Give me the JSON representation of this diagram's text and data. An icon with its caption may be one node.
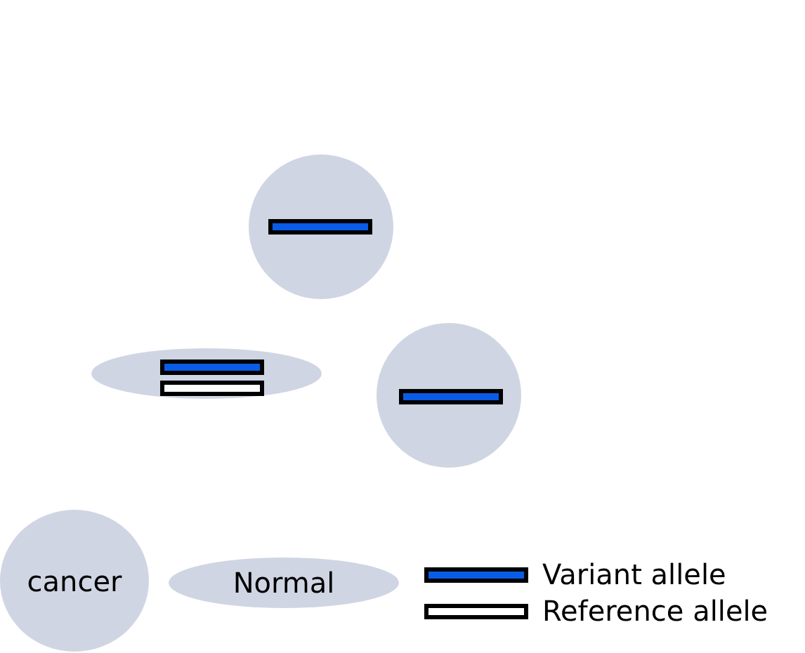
{
  "diagram": {
    "nodes": [
      {
        "text": [],
        "shape": "circle"
      },
      {
        "text": [],
        "shape": "ellipse"
      },
      {
        "text": [],
        "shape": "circle"
      },
      {
        "text": [
          "cancer"
        ]
      },
      {
        "text": [
          "Normal"
        ]
      }
    ],
    "legend": [
      {
        "text": "Variant allele",
        "color": "#0a5ce6"
      },
      {
        "text": "Reference allele",
        "color": "#ffffff"
      }
    ]
  }
}
